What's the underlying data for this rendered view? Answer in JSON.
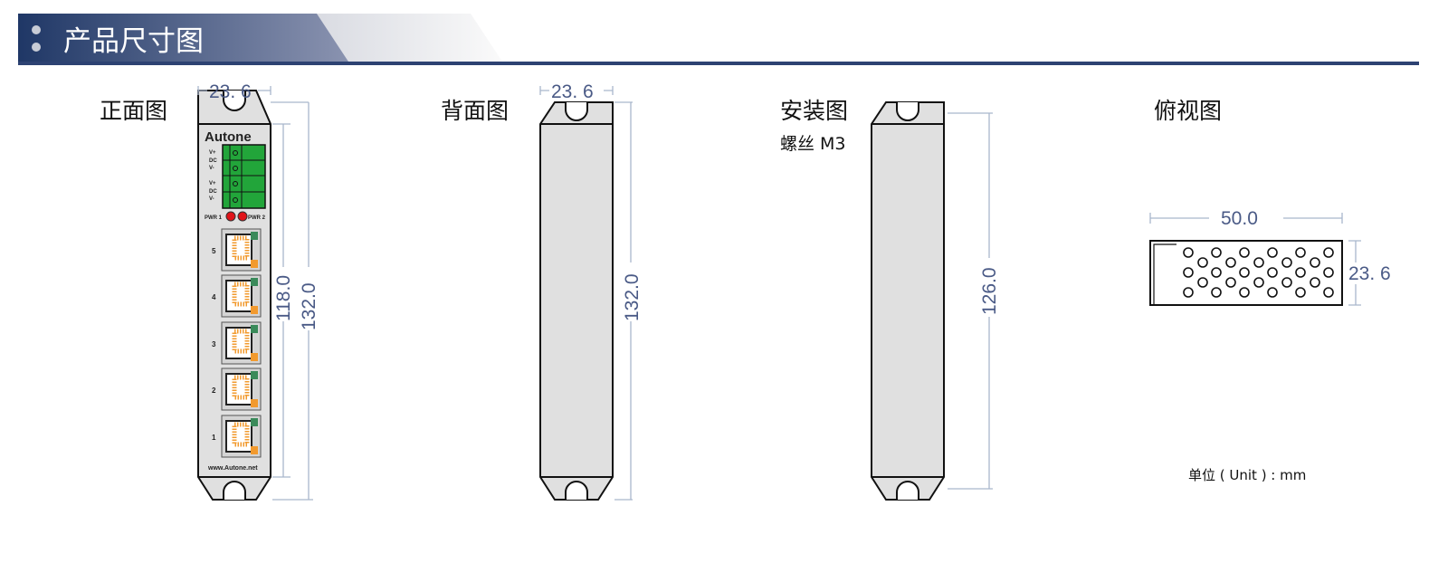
{
  "header": {
    "title": "产品尺寸图"
  },
  "front_view": {
    "title": "正面图",
    "brand": "Autone",
    "website": "www.Autone.net",
    "terminal_labels": [
      "V+",
      "DC",
      "V-",
      "V+",
      "DC",
      "V-"
    ],
    "led_labels": [
      "PWR 1",
      "PWR 2"
    ],
    "port_labels": [
      "5",
      "4",
      "3",
      "2",
      "1"
    ],
    "width_dim": "23. 6",
    "inner_height_dim": "118.0",
    "height_dim": "132.0"
  },
  "back_view": {
    "title": "背面图",
    "width_dim": "23. 6",
    "height_dim": "132.0"
  },
  "install_view": {
    "title": "安装图",
    "screw_note": "螺丝 M3",
    "hole_spacing_dim": "126.0"
  },
  "top_view": {
    "title": "俯视图",
    "length_dim": "50.0",
    "width_dim": "23. 6"
  },
  "unit_note": "单位 ( Unit ) : mm",
  "colors": {
    "header_dark": "#1f3766",
    "terminal_green": "#22a53a",
    "led_red": "#e0141a",
    "dimension_text": "#4a5a86"
  }
}
